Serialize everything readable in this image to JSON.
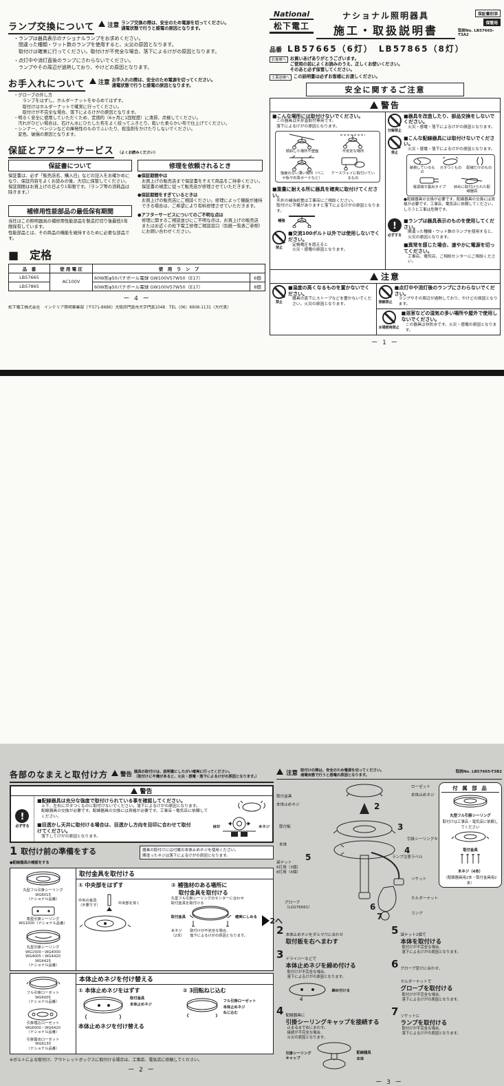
{
  "p4": {
    "lamp": {
      "title": "ランプ交換について",
      "warn": "注意",
      "note": "ランプ交換の際は、安全のため電源を切ってください。\n通電状態で行うと感電の原因となります。",
      "b1": "・ランプは器具表示のナショナルランプをお求めください。\n　間違った種類・ワット数のランプを使用すると、火災の原因となります。\n　取付けは確実に行ってください。取付けが不完全な場合、落下によるけがの原因となります。",
      "b2": "・点灯中や消灯直後のランプにさわらないでください。\n　ランプやその周辺が過熱しており、やけどの原因となります。"
    },
    "care": {
      "title": "お手入れについて",
      "warn": "注意",
      "note": "お手入れの際は、安全のため電源を切ってください。\n通電状態で行うと感電の原因となります。",
      "b1": "・グローブの外し方\n　　ランプをはずし、ホルダーナットをゆるめてはずす。\n　　取付けはホルダーナットで確実に行ってください。\n　　取付けが不完全な場合、落下によるけがの原因となります。",
      "b2": "・明るく安全に使用していただくため、定期的（6ヶ月に1回程度）に清掃、点検してください。\n　汚れがひどい場合は、石けん水にひたした布をよく絞ってふきとり、乾いた柔らかい布で仕上げてください。",
      "b3": "・シンナー、ベンジンなどの揮発性のものでふいたり、殺虫剤をかけたりしないでください。\n　変色、破損の原因となります。"
    },
    "warranty": {
      "title": "保証とアフターサービス",
      "subtitle": "（よくお読みください）",
      "box1_title": "保証書について",
      "box1_text": "保証書は、必ず「販売店名、購入日」などの記入をお確かめになり、保証内容をよくお読みの後、大切に保管してください。保証期間はお買上げの日より1年間です。（ランプ等の消耗品は除きます。）",
      "box2_title": "修理を依頼されるとき",
      "items": [
        {
          "h": "●保証期間中は",
          "t": "お買上げの販売店まで保証書をそえて商品をご持参ください。保証書の規定に従って販売店が修理させていただきます。"
        },
        {
          "h": "●保証期間をすぎているときは",
          "t": "お買上げの販売店にご相談ください。修理によって機能が維持できる場合は、ご希望により有料修理させていただきます。"
        },
        {
          "h": "●アフターサービスについてのご不明な点は",
          "t": "修理に関するご相談並びにご不明な点は、お買上げの販売店またはお近くの松下電工修理ご相談窓口（別紙一覧表ご参照）にお問い合わせください。"
        }
      ],
      "box3_title": "補修用性能部品の最低保有期間",
      "box3_text": "当社はこの照明器具の補修用性能部品を製造打切り後最低5年間保有しています。\n性能部品とは、その商品の機能を維持するために必要な部品です。"
    },
    "rating": {
      "title": "■　定格",
      "headers": [
        "品　番",
        "使 用 電 圧",
        "使　用　ラ　ン　プ"
      ],
      "voltage": "AC100V",
      "rows": [
        [
          "LB57665",
          "60W形φ50パナボール電球 GW100V57W50（E17）",
          "6個"
        ],
        [
          "LB57865",
          "60W形φ50パナボール電球 GW100V57W50（E17）",
          "8個"
        ]
      ]
    },
    "pageno": "ー 4 ー",
    "footer": "松下電工株式会社　インテリア照明事業部〔〒571-8686〕大阪府門真市大字門真1048　TEL（06）6908-1131〈大代表〉"
  },
  "p1": {
    "brand_top": "National",
    "brand_bottom": "松下電工",
    "cat": "ナショナル照明器具",
    "doc": "施工・取扱説明書",
    "badge1": "保証書別添",
    "badge2": "保管用",
    "docno": "取説No. LB57665-T3A2",
    "hinban_label": "品番",
    "hinban": "LB57665（6灯）　LB57865（8灯）",
    "cust_label": "お客様へ",
    "cust": "お買いあげありがとうございます。\nご使用の前によくお読みのうえ、正しくお使いください。\nそのあと必ず保管してください。",
    "inst_label": "工事店様へ",
    "inst": "この説明書は必ずお客様にお渡しください。",
    "safety": "安全に関するご注意",
    "warn_banner": "警告",
    "caution_banner": "注意",
    "warnL": [
      {
        "t": "■こんな場所には取付けないでください。",
        "d": "この器具は天井直取付専用です。\n落下によるけがの原因となります。"
      },
      {
        "t": "■重量に耐える所に器具を確実に取付けてください。",
        "d": "天井の補強処置は工事店にご相談ください。\n取付けに不備がありますと落下によるけがの原因となります。"
      },
      {
        "t": "■交流100ボルト以外では使用しないでください。",
        "d": "定格電圧を超えると\n火災・感電の原因となります。"
      }
    ],
    "sketch1": [
      "傾斜した場所や壁面",
      "不安定な場所",
      "強度のない薄い場所（ベニヤ板や石膏ボードなど）",
      "ケースウェイに取付いているもの"
    ],
    "sketch2_label": "補強",
    "warnR": [
      {
        "t": "■器具を改造したり、部品交換をしないでください。",
        "d": "火災・感電・落下によるけがの原因となります。",
        "icon": "分解禁止"
      },
      {
        "t": "■こんな配線器具には取付けないでください。",
        "d": "火災・感電・落下によるけがの原因となります。",
        "icon": "禁止"
      },
      {
        "t": "■ランプは器具表示のものを使用してください。",
        "d": "間違った種類・ワット数のランプを使用すると、火災の原因となります。",
        "icon": "必ずする"
      },
      {
        "t": "■異常を感じた場合、速やかに電源を切ってください。",
        "d": "工事店、電気店、ご相談センターにご相談ください。",
        "icon": "必ずする"
      }
    ],
    "sketch3": [
      "破損しているもの",
      "ガタつくもの",
      "配線だけのもの",
      "電源端子露出タイプ",
      "斜めに取付けられた配線器具"
    ],
    "wire_note": "●配線器具の交換が必要です。配線器具の交換には資格が必要です。工事店、電気店に依頼してください。しろうと工事は危険です。",
    "icon_prohibit": "禁止",
    "cautions": [
      {
        "t": "■温度の高くなるものを置かないでください。",
        "d": "器具の真下にストーブなどを置かないでください。火災の原因となります。",
        "icon": "禁止"
      },
      {
        "t": "■点灯中や消灯後のランプにさわらないでください。",
        "d": "ランプやその周辺が過熱しており、やけどの原因となります。",
        "icon": "接触禁止"
      },
      {
        "t": "■浴室などの湿気の多い場所や屋外で使用しないでください。",
        "d": "この器具は非防水です。火災・感電の原因となります。",
        "icon": "水場使用禁止"
      }
    ],
    "pageno": "ー 1 ー"
  },
  "p2": {
    "title": "各部のなまえと取付け方",
    "warn": "警告",
    "note": "器具の取付けは、説明書にしたがい確実に行ってください。\n（取付けに不備があると、火災・感電・落下によるけがの原因となります。）",
    "box": {
      "banner": "警告",
      "icon": "必ず守る",
      "w1": "■配線器具は充分な強度で取付けられている事を確認してください。",
      "w1d": "上下、左右にガタつくものに取付けないでください。落下によるけがの原因となります。\n配線器具の交換が必要です。配線器具の交換には資格が必要です。工事店・電気店に依頼してください。",
      "w2": "■目透かし天井に取付ける場合は、目透かし方向を目印に合わせて取付けてください。",
      "w2d": "落下してけがの原因となります。",
      "lbl1": "目印",
      "lbl2": "木ネジ"
    },
    "step1_num": "1",
    "step1_title": "取付け前の準備をする",
    "step1_note": "器具の取付けには付属の本体止めネジを使用ください。\n間違ったネジは落下によるけがの原因となります。",
    "check": "●配線器具の確認をする",
    "t1": {
      "title": "取付金具を取付ける",
      "left": [
        "丸型フル引掛シーリング\nWG6015\n（ナショナル品番）",
        "角型引掛シーリング\nWG1000（ナショナル品番）",
        "丸型引掛シーリング\nWG1500・WG4000\nWG4005・WG4420\nWG4425\n（ナショナル品番）"
      ],
      "s1": "① 中央部をはずす",
      "s1a": "中央の金具\n（不要です）",
      "s1b": "中央部を突く",
      "s2": "② 補強材のある場所に\n　 取付金具を取付ける",
      "s2a": "丸型フル引掛シーリングのセンターに合わせ\n取付金具を取付ける",
      "s2b": "取付金具",
      "s2c": "木ネジ\n（2本）",
      "s2d": "確実にしめる",
      "s2e": "取付けが不完全な場合、\n落下によるけがの原因となります。",
      "arrow": "2へ"
    },
    "t2": {
      "title": "本体止めネジを付け替える",
      "left": [
        "フル引掛ローゼット\nWG6005\n（ナショナル品番）",
        "引掛埋込ローゼット\nWG6000・WG6420\n（ナショナル品番）",
        "引掛露出ローゼット\nWG6130\n（ナショナル品番）"
      ],
      "s1": "① 本体止めネジをはずす",
      "s1a": "取付金具",
      "s1b": "本体止めネジ",
      "s1c": "本体止めネジを付け替える",
      "s2": "② 3回転ねじ込む",
      "s2a": "フル引掛ローゼット",
      "s2b": "本体止めネジ",
      "s2c": "ねじ込む"
    },
    "note2": "※ボルトによる取付け、アウトレットボックスに取付ける場合は、工事店、電気店に依頼してください。",
    "pageno": "ー 2 ー"
  },
  "p3": {
    "warn": "注意",
    "note": "取付けの際は、安全のため電源を切ってください。\n通電状態で行うと感電の原因となります。",
    "docno": "取説No. LB57665-T3B2",
    "labels": {
      "l1": "取付金具",
      "l2": "本体止めネジ",
      "l3": "ローゼット",
      "l4": "本体止めネジ",
      "l5": "取付板",
      "l6": "引掛シーリングキャップ",
      "l7": "本体",
      "l8": "ランプ注意ラベル",
      "l9": "袋ナット\n6灯用（3個）\n8灯用（4個）",
      "l10": "ソケット",
      "l11": "ホルダーナット",
      "l12": "ランプ",
      "l13": "グローブ\n（LGS76661）"
    },
    "acc": {
      "title": "付 属 部 品",
      "i1": "丸型フル引掛シーリング",
      "i1n": "取付けは工事店・電気店に依頼してください",
      "i2": "取付金具",
      "i3": "木ネジ（4本）",
      "i3n": "（配線器具用2本・取付金具用2本）"
    },
    "steps": [
      {
        "n": "2",
        "pre": "本体止めネジをダルマ穴に合わせ",
        "tt": "取付板を右へまわす",
        "nt": ""
      },
      {
        "n": "3",
        "pre": "ドライバーなどで",
        "tt": "本体止めネジを締め付ける",
        "nt": "取付けが不完全な場合、\n落下によるけがの原因となります。",
        "cap": "締め付ける"
      },
      {
        "n": "4",
        "pre": "配線器具に",
        "tt": "引掛シーリングキャップを接続する",
        "nt": "止まるまで右にまわす。\n接続が不完全な場合、\n火災の原因となります。",
        "la": "配線器具",
        "lb": "引掛シーリング\nキャップ",
        "lc": "本体"
      },
      {
        "n": "5",
        "pre": "袋ナット2個で",
        "tt": "本体を取付ける",
        "nt": "取付けが不完全な場合、\n落下によるけがの原因となります。"
      },
      {
        "n": "6",
        "pre": "グローブ受けに合わせ、\nホルダーナットで",
        "tt": "グローブを取付ける",
        "nt": "取付けが不完全な場合、\n落下によるけがの原因となります。"
      },
      {
        "n": "7",
        "pre": "ソケットに",
        "tt": "ランプを取付ける",
        "nt": "取付けが不完全な場合、\n落下によるけがの原因となります。"
      }
    ],
    "pageno": "ー 3 ー"
  }
}
